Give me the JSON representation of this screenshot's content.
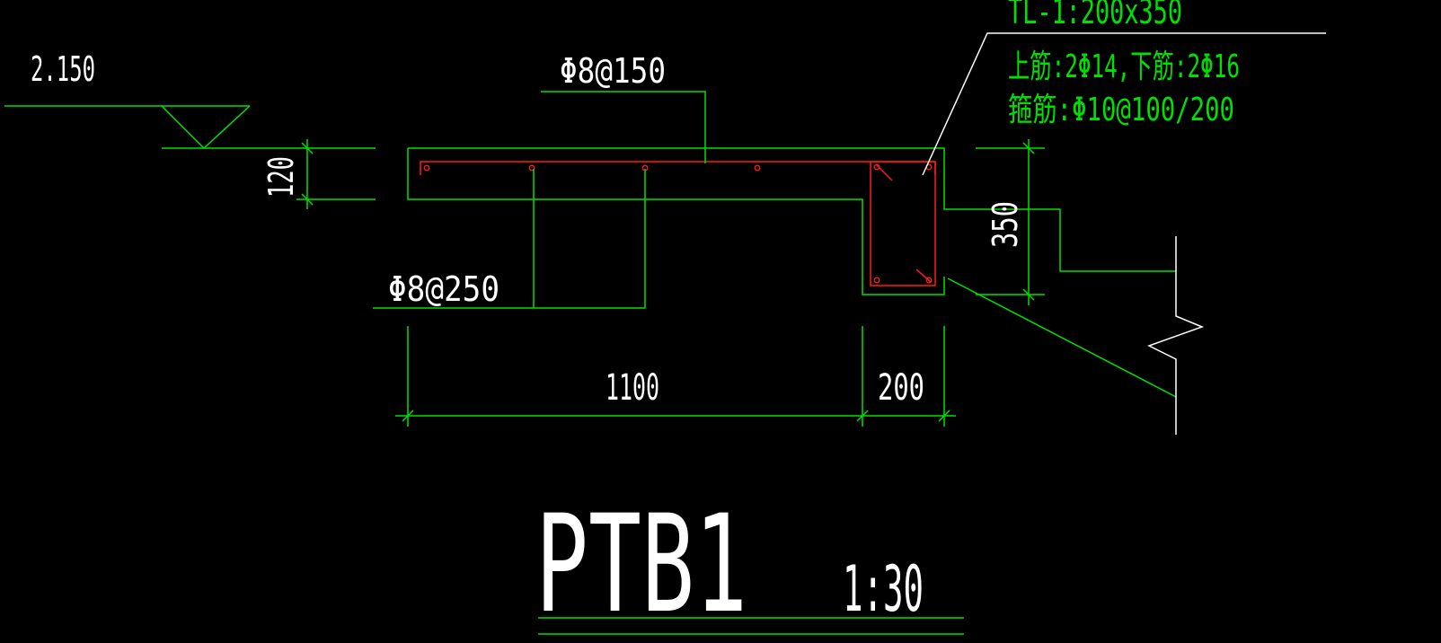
{
  "drawing": {
    "title": "PTB1",
    "scale": "1:30",
    "elevation": "2.150",
    "top_rebar": "Φ8@150",
    "bottom_rebar": "Φ8@250",
    "beam": {
      "name": "TL-1:200x350",
      "main_bars": "上筋:2Φ14,下筋:2Φ16",
      "stirrups": "箍筋:Φ10@100/200"
    },
    "dimensions": {
      "slab_thickness": "120",
      "beam_height": "350",
      "slab_span": "1100",
      "beam_width": "200"
    }
  },
  "colors": {
    "background": "#000000",
    "geometry": "#00e000",
    "concrete_outline": "#ffffff",
    "rebar": "#ff1a1a",
    "note_text": "#00e000",
    "label_text": "#ffffff"
  }
}
